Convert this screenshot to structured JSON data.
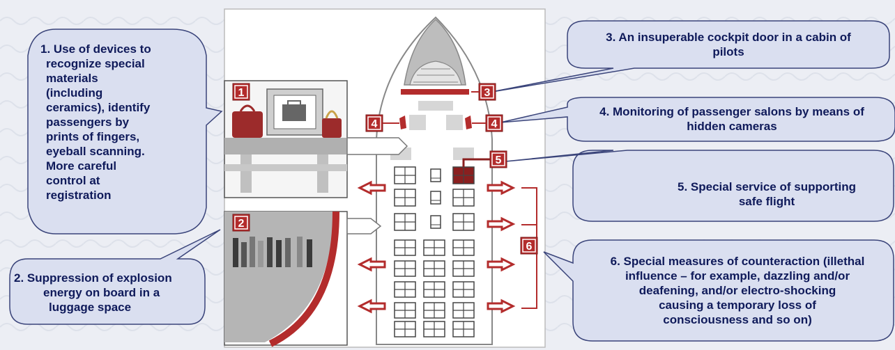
{
  "callouts": {
    "c1": [
      "1. Use of devices to",
      "recognize special",
      "materials",
      "(including",
      "ceramics), identify",
      "passengers by",
      "prints of fingers,",
      "eyeball scanning.",
      "More careful",
      "control at",
      "registration"
    ],
    "c2": [
      "2. Suppression of explosion",
      "energy  on board in a",
      "luggage space"
    ],
    "c3": [
      "3. An insuperable  cockpit door in a cabin of",
      "pilots"
    ],
    "c4": [
      "4. Monitoring of passenger salons by means of",
      "hidden cameras"
    ],
    "c5": [
      "5. Special service of supporting",
      "safe flight"
    ],
    "c6": [
      "6. Special measures of counteraction (illethal",
      "influence – for example, dazzling and/or",
      "deafening, and/or electro-shocking",
      "causing a temporary loss of",
      "consciousness and so on)"
    ]
  },
  "markers": {
    "m1": "1",
    "m2": "2",
    "m3": "3",
    "m4": "4",
    "m5": "5",
    "m6": "6"
  },
  "colors": {
    "accent": "#b32c2c",
    "callout_fill": "#dadff0",
    "callout_border": "#3a447a",
    "text": "#0f1a5a"
  },
  "icons": {
    "suitcase": "suitcase-icon",
    "xray": "xray-scanner-icon",
    "stun_gun": "stun-gun-icon",
    "arrow": "arrow-icon"
  }
}
